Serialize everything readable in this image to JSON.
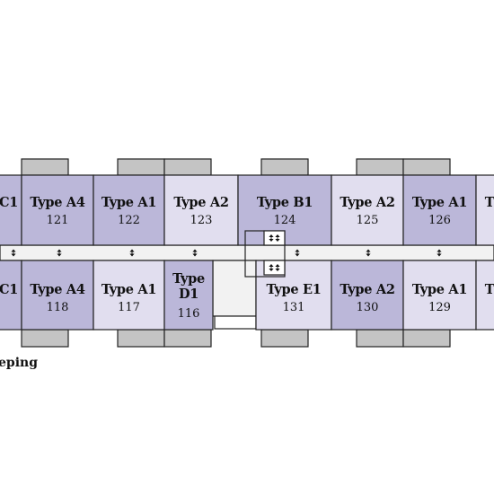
{
  "colors": {
    "dark_unit": "#bbb7d9",
    "light_unit": "#e1deef",
    "balcony": "#c4c4c4",
    "corridor": "#f2f2f2",
    "outline": "#222222"
  },
  "icons": [
    "up-down-arrow-icon"
  ],
  "units": {
    "top": [
      {
        "type": "C1",
        "number": ""
      },
      {
        "type": "Type A4",
        "number": "121"
      },
      {
        "type": "Type A1",
        "number": "122"
      },
      {
        "type": "Type A2",
        "number": "123"
      },
      {
        "type": "Type B1",
        "number": "124"
      },
      {
        "type": "Type A2",
        "number": "125"
      },
      {
        "type": "Type A1",
        "number": "126"
      },
      {
        "type": "T",
        "number": ""
      }
    ],
    "bottom": [
      {
        "type": "C1",
        "number": ""
      },
      {
        "type": "Type A4",
        "number": "118"
      },
      {
        "type": "Type A1",
        "number": "117"
      },
      {
        "type": "Type D1",
        "number": "116"
      },
      {
        "type": "Type E1",
        "number": "131"
      },
      {
        "type": "Type A2",
        "number": "130"
      },
      {
        "type": "Type A1",
        "number": "129"
      },
      {
        "type": "T",
        "number": ""
      }
    ]
  },
  "legend": {
    "label": "eping"
  }
}
